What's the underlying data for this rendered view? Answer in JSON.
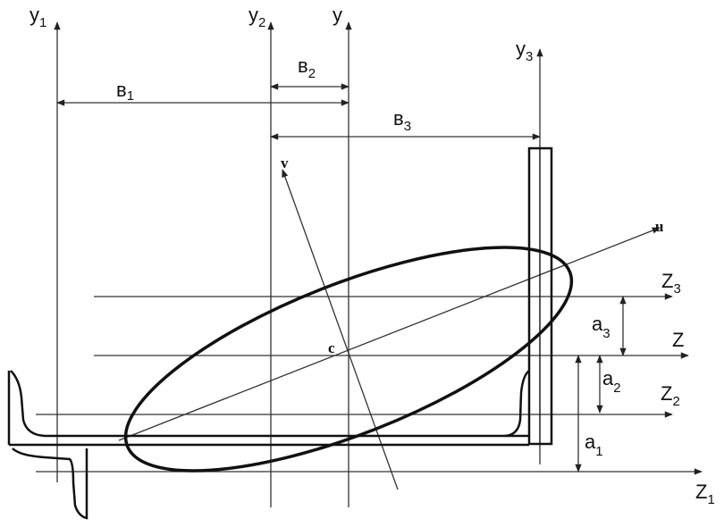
{
  "labels": {
    "y1": {
      "base": "y",
      "sub": "1"
    },
    "y2": {
      "base": "y",
      "sub": "2"
    },
    "y": {
      "base": "y"
    },
    "y3": {
      "base": "y",
      "sub": "3"
    },
    "b1": {
      "base": "в",
      "sub": "1"
    },
    "b2": {
      "base": "в",
      "sub": "2"
    },
    "b3": {
      "base": "в",
      "sub": "3"
    },
    "v": "v",
    "u": "u",
    "c": "c",
    "z3": {
      "base": "Z",
      "sub": "3"
    },
    "z": {
      "base": "Z"
    },
    "z2": {
      "base": "Z",
      "sub": "2"
    },
    "z1": {
      "base": "Z",
      "sub": "1"
    },
    "a3": {
      "base": "a",
      "sub": "3"
    },
    "a2": {
      "base": "a",
      "sub": "2"
    },
    "a1": {
      "base": "a",
      "sub": "1"
    }
  }
}
